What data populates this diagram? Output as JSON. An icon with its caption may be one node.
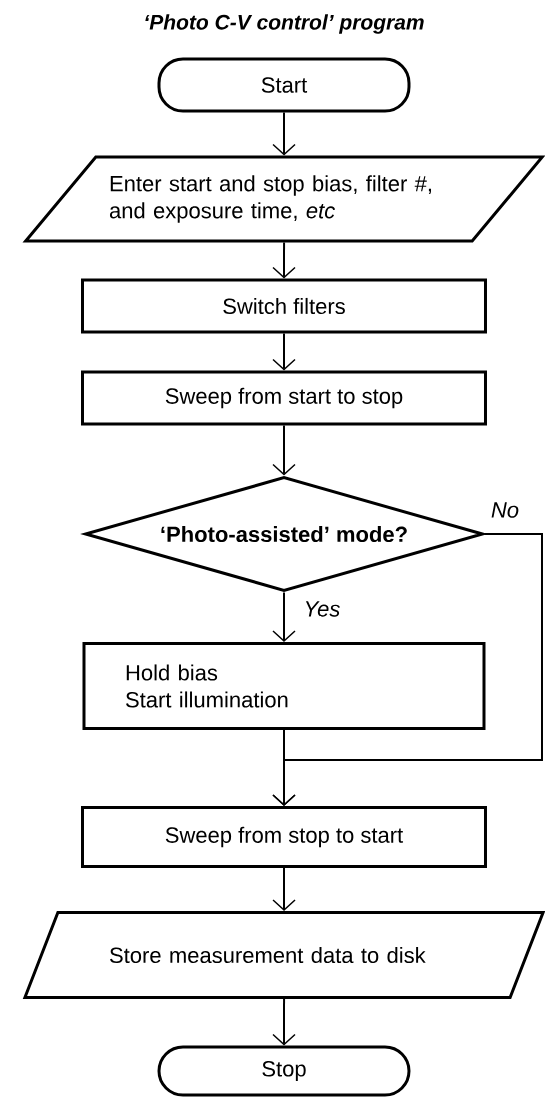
{
  "diagram": {
    "title": "‘Photo C-V control’ program",
    "nodes": [
      {
        "text": [
          "Start"
        ]
      },
      {
        "text": [
          "Enter start and stop bias, filter #, and exposure time, *etc*"
        ]
      },
      {
        "text": [
          "Switch filters"
        ]
      },
      {
        "text": [
          "Sweep from start to stop"
        ]
      },
      {
        "text": [
          "‘Photo-assisted’ mode?"
        ]
      },
      {
        "text": [
          "Hold bias",
          "Start illumination"
        ]
      },
      {
        "text": [
          "Sweep from stop to start"
        ]
      },
      {
        "text": [
          "Store measurement data to disk"
        ]
      },
      {
        "text": [
          "Stop"
        ]
      }
    ],
    "edges": [
      {
        "from": 0,
        "to": 1,
        "arrow": "to"
      },
      {
        "from": 1,
        "to": 2,
        "arrow": "to"
      },
      {
        "from": 2,
        "to": 3,
        "arrow": "to"
      },
      {
        "from": 3,
        "to": 4,
        "arrow": "to"
      },
      {
        "from": 4,
        "to": 5,
        "arrow": "to",
        "label": "Yes"
      },
      {
        "from": 4,
        "to": 6,
        "arrow": "to",
        "label": "No"
      },
      {
        "from": 5,
        "to": 6,
        "arrow": "to"
      },
      {
        "from": 6,
        "to": 7,
        "arrow": "to"
      },
      {
        "from": 7,
        "to": 8,
        "arrow": "to"
      }
    ]
  }
}
